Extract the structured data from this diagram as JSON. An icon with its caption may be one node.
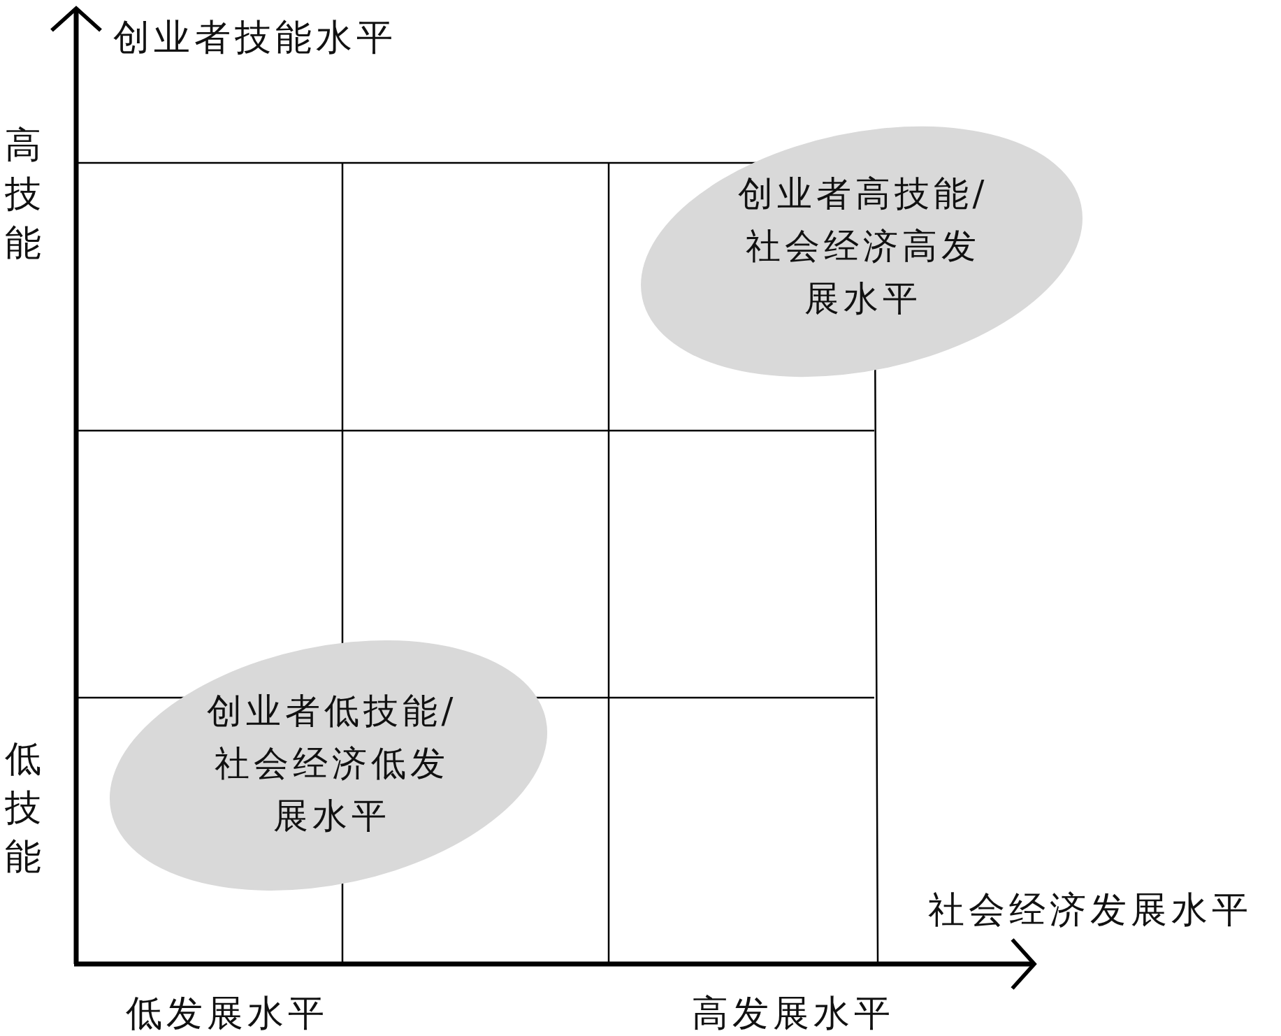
{
  "diagram": {
    "nodes": [
      {
        "text": [
          "创业者高技能/社会经济高发展水平"
        ]
      },
      {
        "text": [
          "创业者低技能/社会经济低发展水平"
        ]
      }
    ],
    "labels": [
      "创业者技能水平",
      "高技能",
      "低技能",
      "社会经济发展水平",
      "低发展水平",
      "高发展水平"
    ]
  }
}
